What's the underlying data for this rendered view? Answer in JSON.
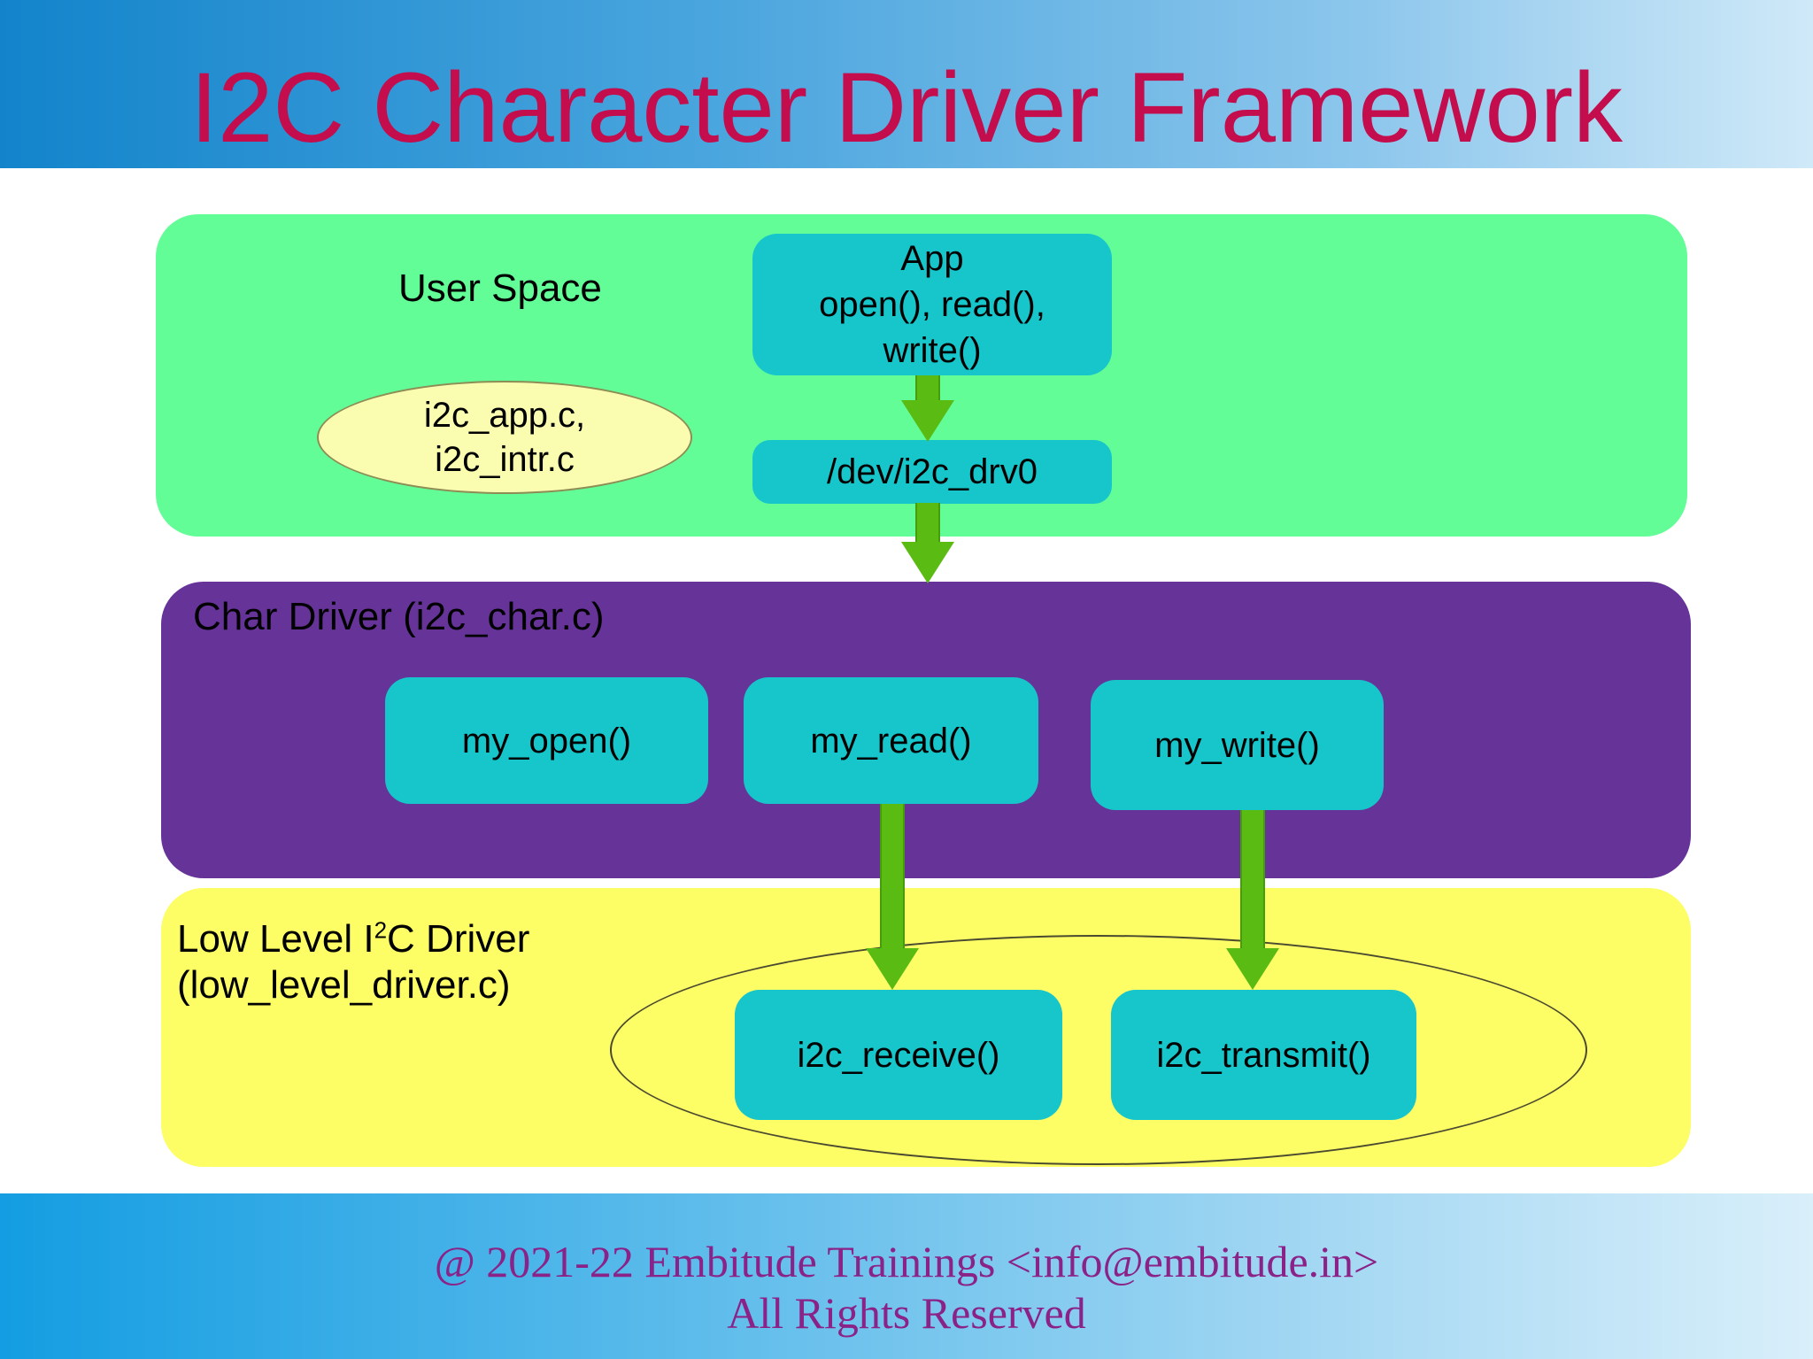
{
  "title": "I2C Character Driver Framework",
  "user_space": {
    "label": "User Space",
    "app_box": {
      "lines": [
        "App",
        "open(), read(),",
        "write()"
      ]
    },
    "source_files_ellipse": {
      "lines": [
        "i2c_app.c,",
        "i2c_intr.c"
      ]
    },
    "device_node": "/dev/i2c_drv0"
  },
  "char_driver": {
    "label": "Char Driver (i2c_char.c)",
    "functions": [
      "my_open()",
      "my_read()",
      "my_write()"
    ]
  },
  "low_level_driver": {
    "label_line1_prefix": "Low Level I",
    "label_line1_sup": "2",
    "label_line1_suffix": "C Driver",
    "label_line2": "(low_level_driver.c)",
    "functions": [
      "i2c_receive()",
      "i2c_transmit()"
    ]
  },
  "footer": {
    "line1": "@ 2021-22 Embitude Trainings <info@embitude.in>",
    "line2": "All Rights Reserved"
  },
  "colors": {
    "banner_gradient_start": "#1384cb",
    "banner_gradient_end": "#cfe9f8",
    "title_text": "#c30d4c",
    "user_space_panel": "#63fd98",
    "char_driver_panel": "#663399",
    "low_level_panel": "#fdfd66",
    "function_box": "#16c6cb",
    "source_ellipse_fill": "#fafcb0",
    "arrow_green": "#5abb12",
    "footer_gradient_start": "#149de2",
    "footer_gradient_end": "#d9effa",
    "footer_text": "#8a2288"
  }
}
